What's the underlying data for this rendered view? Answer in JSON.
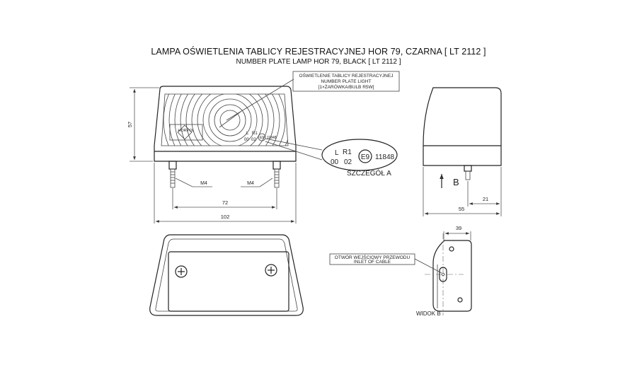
{
  "title": {
    "pl": "LAMPA OŚWIETLENIA TABLICY REJESTRACYJNEJ HOR 79, CZARNA [ LT 2112 ]",
    "en": "NUMBER PLATE LAMP HOR 79, BLACK [ LT 2112 ]"
  },
  "callout": {
    "line1": "OŚWIETLENIE TABLICY REJESTRACYJNEJ",
    "line2": "NUMBER PLATE LIGHT",
    "line3": "[1×ŻARÓWKA/BULB R5W]"
  },
  "lens_marking": {
    "logo": "HORPOL",
    "l": "L",
    "r1": "R1",
    "l_num": "00",
    "r1_num": "02",
    "e_mark": "E9",
    "approval": "11848"
  },
  "detail_label": "SZCZEGÓŁ A",
  "dimensions": {
    "height": "57",
    "thread_left": "M4",
    "thread_right": "M4",
    "bolt_spacing": "72",
    "total_width": "102",
    "depth": "55",
    "stud_offset": "21",
    "back_width": "39"
  },
  "view_b": {
    "arrow_label": "B",
    "inlet_line1": "OTWÓR WEJŚCIOWY PRZEWODU",
    "inlet_line2": "INLET OF CABLE",
    "label": "WIDOK B"
  },
  "colors": {
    "line": "#222222",
    "lens_fill": "#f2f2f2",
    "background": "#ffffff"
  }
}
